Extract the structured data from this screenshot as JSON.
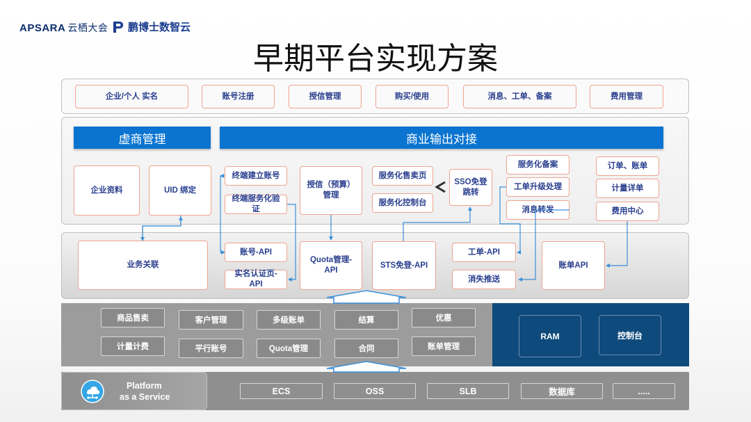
{
  "header": {
    "logo_apsara": "APSARA",
    "logo_apsara_cn": "云栖大会",
    "logo_pbs": "鹏博士数智云",
    "title": "早期平台实现方案"
  },
  "row1": [
    "企业/个人 实名",
    "账号注册",
    "授信管理",
    "购买/使用",
    "消息、工单、备案",
    "费用管理"
  ],
  "row2": {
    "bar_left": "虚商管理",
    "bar_right": "商业输出对接",
    "enterprise_info": "企业资料",
    "uid_bind": "UID 绑定",
    "terminal_account": "终端建立账号",
    "terminal_verify": "终端服务化验证",
    "credit": "授信（预算）管理",
    "service_sale": "服务化售卖页",
    "service_console": "服务化控制台",
    "sso": "SSO免登跳转",
    "service_filing": "服务化备案",
    "ticket_upgrade": "工单升级处理",
    "msg_forward": "消息转发",
    "order_bill": "订单、账单",
    "metering": "计量详单",
    "fee_center": "费用中心"
  },
  "row3": {
    "biz_link": "业务关联",
    "account_api": "账号-API",
    "realname_api": "实名认证页-API",
    "quota_api": "Quota管理-API",
    "sts_api": "STS免登-API",
    "ticket_api": "工单-API",
    "msg_push": "消失推送",
    "bill_api": "账单API"
  },
  "row4": {
    "items": [
      "商品售卖",
      "客户管理",
      "多级账单",
      "结算",
      "优惠",
      "计量计费",
      "平行账号",
      "Quota管理",
      "合同",
      "账单管理"
    ],
    "ram": "RAM",
    "console": "控制台"
  },
  "row5": {
    "paas_line1": "Platform",
    "paas_line2": "as a Service",
    "icon": "cloud-network-icon",
    "items": [
      "ECS",
      "OSS",
      "SLB",
      "数据库",
      "....."
    ]
  },
  "colors": {
    "blue_bar": "#0b74d0",
    "dark_blue": "#0e4a7c",
    "box_border": "#f0a38f",
    "box_text": "#2a3f8f",
    "line": "#3b8fd9"
  }
}
